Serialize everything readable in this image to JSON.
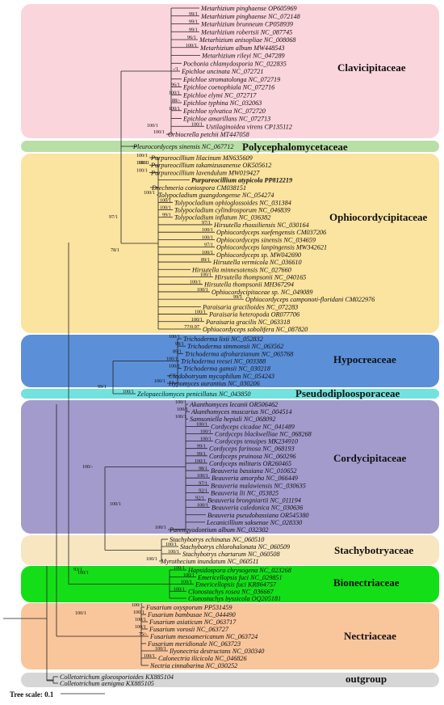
{
  "families": [
    {
      "name": "Clavicipitaceae",
      "color": "#fbd5dc"
    },
    {
      "name": "Polycephalomycetaceae",
      "color": "#b9dfa7"
    },
    {
      "name": "Ophiocordycipitaceae",
      "color": "#fbe3a0"
    },
    {
      "name": "Hypocreaceae",
      "color": "#5b8fd8"
    },
    {
      "name": "Pseudodiploosporaceae",
      "color": "#71e2de"
    },
    {
      "name": "Cordycipitaceae",
      "color": "#a39bcc"
    },
    {
      "name": "Stachybotryaceae",
      "color": "#f7e6bf"
    },
    {
      "name": "Bionectriaceae",
      "color": "#14de18"
    },
    {
      "name": "Nectriaceae",
      "color": "#f9c59b"
    },
    {
      "name": "outgroup",
      "color": "#d6d6d6"
    }
  ],
  "taxa": [
    {
      "label": "Metarhizium pinghaense OP605969",
      "sup": ""
    },
    {
      "label": "Metarhizium pinghaense NC_072148",
      "sup": "99/1"
    },
    {
      "label": "Metarhizium brunneum CP058939",
      "sup": "99/1"
    },
    {
      "label": "Metarhizium robertsii NC_087745",
      "sup": "99/1"
    },
    {
      "label": "Metarhizium anisopliae NC_008068",
      "sup": "96/1"
    },
    {
      "label": "Metarhizium album MW448543",
      "sup": "100/1"
    },
    {
      "label": "Metarhizium rileyi NC_047289",
      "sup": ""
    },
    {
      "label": "Pochonia chlamydosporia NC_022835",
      "sup": ""
    },
    {
      "label": "Epichloe uncinata NC_072721",
      "sup": "-/1"
    },
    {
      "label": "Epichloe stromatolonga NC_072719",
      "sup": ""
    },
    {
      "label": "Epichloe coenophiala NC_072716",
      "sup": "96/1"
    },
    {
      "label": "Epichloe elymi NC_072717",
      "sup": "100/1"
    },
    {
      "label": "Epichloe typhina NC_032063",
      "sup": "88/-"
    },
    {
      "label": "Epichloe sylvatica NC_072720",
      "sup": "100/1"
    },
    {
      "label": "Epichloe amarillans NC_072713",
      "sup": ""
    },
    {
      "label": "Ustilaginoidea virens CP135112",
      "sup": "100/1"
    },
    {
      "label": "Orbiocrella petchii MT447058",
      "sup": "100/1"
    },
    {
      "label": "Pleurocordyceps sinensis NC_067712",
      "sup": ""
    },
    {
      "label": "Purpureocillium lilacinum MN635609",
      "sup": "100/1"
    },
    {
      "label": "Purpureocillium takamizusanense OK505612",
      "sup": "100/1"
    },
    {
      "label": "Purpureocillium lavendulum MW019427",
      "sup": "100/1"
    },
    {
      "label": "Purpureocillium atypicola PP812219",
      "sup": "",
      "bold": true
    },
    {
      "label": "Drechmeria coniospora CM038151",
      "sup": ""
    },
    {
      "label": "Tolypocladium guangdongense NC_054274",
      "sup": "100/1"
    },
    {
      "label": "Tolypocladium ophioglossoides NC_031384",
      "sup": "100/1"
    },
    {
      "label": "Tolypocladium cylindrosporum NC_046839",
      "sup": "100/1"
    },
    {
      "label": "Tolypocladium inflatum NC_036382",
      "sup": "99/1"
    },
    {
      "label": "Hirsutella rhossiliensis NC_030164",
      "sup": "97/1"
    },
    {
      "label": "Ophiocordyceps xuefengensis CM037206",
      "sup": "100/1"
    },
    {
      "label": "Ophiocordyceps sinensis NC_034659",
      "sup": "100/1"
    },
    {
      "label": "Ophiocordyceps lanpingensis MW342621",
      "sup": "97/1"
    },
    {
      "label": "Ophiocordyceps sp. MW042690",
      "sup": "100/1"
    },
    {
      "label": "Hirsutella vermicola NC_036610",
      "sup": "89/1"
    },
    {
      "label": "Hirsutella minnesotensis NC_027660",
      "sup": ""
    },
    {
      "label": "Hirsutella thompsonii NC_040165",
      "sup": "100/1"
    },
    {
      "label": "Hirsutella thompsonii MH367294",
      "sup": "100/1"
    },
    {
      "label": "Ophiocordycipitaceae sp. NC_049089",
      "sup": "100/1"
    },
    {
      "label": "Ophiocordyceps camponoti-floridani CM022976",
      "sup": "99/1"
    },
    {
      "label": "Paraisaria gracilioides NC_072283",
      "sup": ""
    },
    {
      "label": "Paraisaria heteropoda OR077706",
      "sup": "100/1"
    },
    {
      "label": "Paraisaria gracilis NC_063318",
      "sup": "100/1"
    },
    {
      "label": "Ophiocordyceps sobolifera NC_087820",
      "sup": "77/0.97"
    },
    {
      "label": "Trichoderma lixii NC_052832",
      "sup": "100/1"
    },
    {
      "label": "Trichoderma simmonsii NC_063562",
      "sup": "99/1"
    },
    {
      "label": "Trichoderma afroharzianum NC_065768",
      "sup": "89/1"
    },
    {
      "label": "Trichoderma reesei NC_003388",
      "sup": "100/1"
    },
    {
      "label": "Trichoderma gamsii NC_030218",
      "sup": "100/1"
    },
    {
      "label": "Cladobotryum mycophilum NC_054243",
      "sup": ""
    },
    {
      "label": "Hypomyces aurantius NC_030206",
      "sup": "100/1"
    },
    {
      "label": "Zelopaecilomyces penicillatus NC_043850",
      "sup": "100/1"
    },
    {
      "label": "Akanthomyces lecanii OR506462",
      "sup": "100/1"
    },
    {
      "label": "Akanthomyces muscarius NC_004514",
      "sup": "100/1"
    },
    {
      "label": "Samsoniella hepiali NC_068092",
      "sup": "100/1"
    },
    {
      "label": "Cordyceps cicadae NC_041489",
      "sup": "100/1"
    },
    {
      "label": "Cordyceps blackwelliae NC_068268",
      "sup": "100/1"
    },
    {
      "label": "Cordyceps tenuipes MK234910",
      "sup": "100/1"
    },
    {
      "label": "Cordyceps farinosa NC_068193",
      "sup": "99/1"
    },
    {
      "label": "Cordyceps pruinosa NC_060296",
      "sup": "99/1"
    },
    {
      "label": "Cordyceps militaris OR260465",
      "sup": "100/1"
    },
    {
      "label": "Beauveria bassiana NC_010652",
      "sup": "98/1"
    },
    {
      "label": "Beauveria amorpha NC_066449",
      "sup": "100/1"
    },
    {
      "label": "Beauveria malawiensis NC_030635",
      "sup": "97/1"
    },
    {
      "label": "Beauveria lii NC_053825",
      "sup": "92/1"
    },
    {
      "label": "Beauveria brongniartii NC_011194",
      "sup": "92/1"
    },
    {
      "label": "Beauveria caledonica NC_030636",
      "sup": "100/1"
    },
    {
      "label": "Beauveria pseudobassiana OR545380",
      "sup": ""
    },
    {
      "label": "Lecanicillium saksenae NC_028330",
      "sup": ""
    },
    {
      "label": "Parengyodontium album NC_032302",
      "sup": "100/1"
    },
    {
      "label": "Stachybotrys echinatus NC_060510",
      "sup": ""
    },
    {
      "label": "Stachybotrys chlorohalonata NC_060509",
      "sup": "100/1"
    },
    {
      "label": "Stachybotrys chartarum NC_060508",
      "sup": "100/1"
    },
    {
      "label": "Myrothecium inundatum NC_060511",
      "sup": "100/1"
    },
    {
      "label": "Hapsidospora chrysogena NC_023268",
      "sup": "100/1"
    },
    {
      "label": "Emericellopsis fuci NC_029851",
      "sup": "100/1"
    },
    {
      "label": "Emericellopsis fuci KR864757",
      "sup": "100/1"
    },
    {
      "label": "Clonostachys rosea NC_036667",
      "sup": "100/1"
    },
    {
      "label": "Clonostachys byssicola OQ205181",
      "sup": ""
    },
    {
      "label": "Fusarium oxysporum PP531459",
      "sup": "100/1"
    },
    {
      "label": "Fusarium bambusae NC_044490",
      "sup": "100/1"
    },
    {
      "label": "Fusarium asiaticum NC_063717",
      "sup": "100/1"
    },
    {
      "label": "Fusarium vorosii NC_063727",
      "sup": "100/1"
    },
    {
      "label": "Fusarium mesoamericanum NC_063724",
      "sup": "75/-"
    },
    {
      "label": "Fusarium meridionale NC_063723",
      "sup": ""
    },
    {
      "label": "Ilyonectria destructans NC_030340",
      "sup": "100/1"
    },
    {
      "label": "Calonectria ilicicola NC_046826",
      "sup": "100/1"
    },
    {
      "label": "Nectria cinnabarina NC_030252",
      "sup": ""
    },
    {
      "label": "Colletotrichum gloeosporioides KX885104",
      "sup": ""
    },
    {
      "label": "Colletotrichum aenigma KX885105",
      "sup": ""
    }
  ],
  "deep_supports": [
    "100/1",
    "100/1",
    "97/1",
    "78/1",
    "99/1",
    "100/-",
    "100/1",
    "93/1",
    "100/1",
    "100/1"
  ],
  "scale_bar": {
    "label": "Tree scale: 0.1"
  }
}
